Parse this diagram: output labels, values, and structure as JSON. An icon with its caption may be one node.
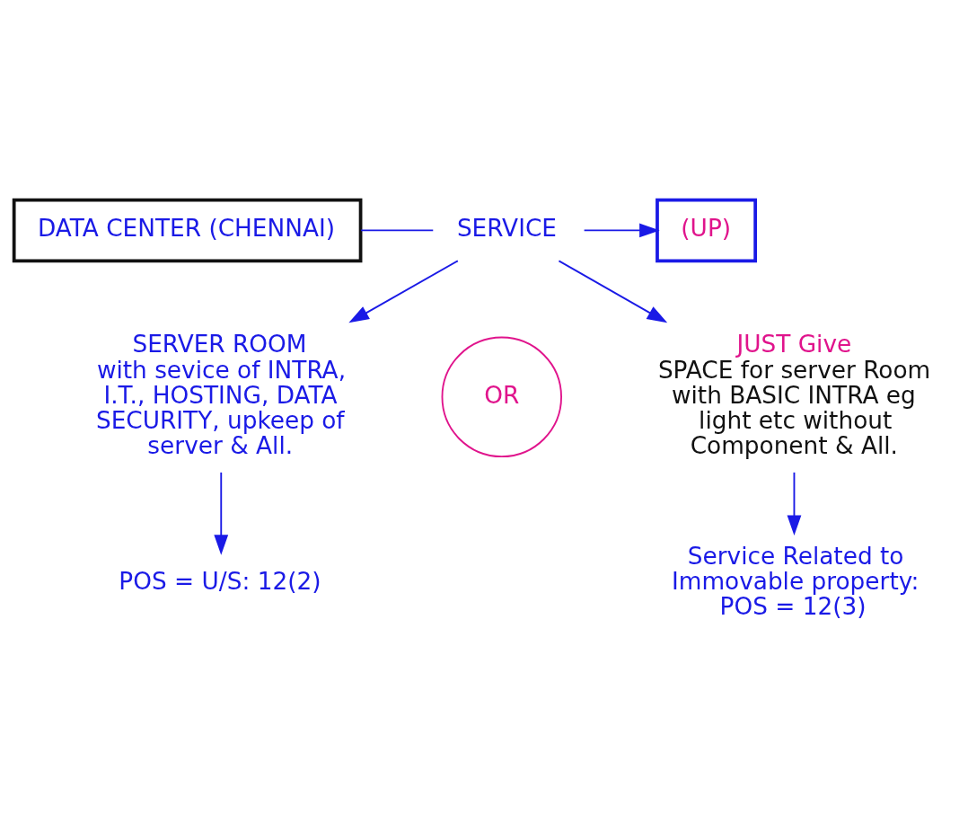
{
  "diagram": {
    "nodes": [
      {
        "text": [
          "DATA CENTER (CHENNAI)"
        ]
      },
      {
        "text": [
          "SERVICE"
        ]
      },
      {
        "text": [
          "(UP)"
        ]
      },
      {
        "text": [
          "SERVER ROOM",
          "with sevice of INTRA, I.T., HOSTING, DATA SECURITY, upkeep of server & All."
        ]
      },
      {
        "text": [
          "POS = U/S: 12(2)"
        ]
      },
      {
        "text": [
          "JUST Give",
          "SPACE for server Room with BASIC INTRA eg light etc without Component & All."
        ]
      },
      {
        "text": [
          "Service Related to Immovable property:",
          "POS = 12(3)"
        ]
      }
    ],
    "edges": [
      {
        "from": 0,
        "to": 1,
        "arrow": "none"
      },
      {
        "from": 1,
        "to": 2,
        "arrow": "to"
      },
      {
        "from": 1,
        "to": 3,
        "arrow": "to"
      },
      {
        "from": 1,
        "to": 5,
        "arrow": "to"
      },
      {
        "from": 3,
        "to": 4,
        "arrow": "to"
      },
      {
        "from": 5,
        "to": 6,
        "arrow": "to"
      }
    ],
    "labels": [
      "OR"
    ]
  }
}
